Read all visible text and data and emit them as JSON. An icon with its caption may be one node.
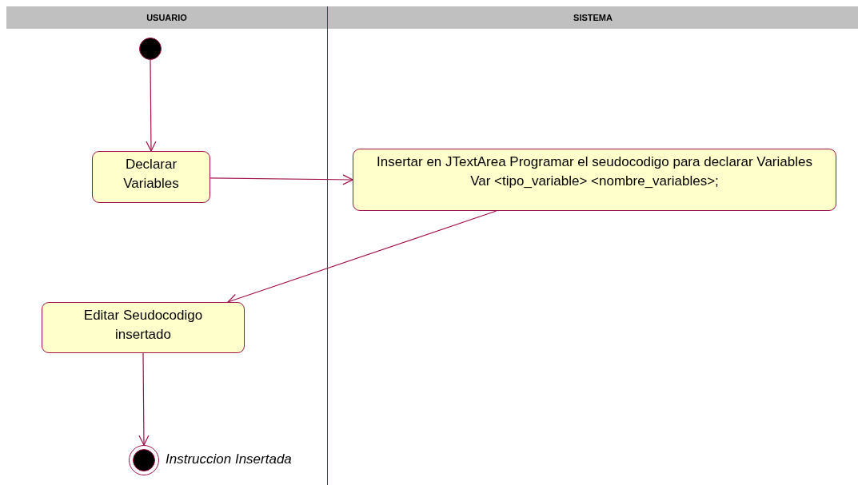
{
  "diagram": {
    "nodes": [
      {
        "text": [
          "USUARIO"
        ]
      },
      {
        "text": [
          "SISTEMA"
        ]
      },
      {
        "text": [],
        "shape": "circle",
        "in": 0
      },
      {
        "text": [
          "Declarar Variables"
        ],
        "in": 0
      },
      {
        "text": [
          "Insertar en JTextArea Programar el seudocodigo para declarar Variables Var <tipo_variable> <nombre_variables>;"
        ],
        "in": 1
      },
      {
        "text": [
          "Editar Seudocodigo insertado"
        ],
        "in": 0
      },
      {
        "text": [],
        "shape": "bullseye",
        "in": 0,
        "beside": [
          "Instruccion Insertada"
        ]
      }
    ],
    "edges": [
      {
        "from": 2,
        "to": 3,
        "arrow": "to"
      },
      {
        "from": 3,
        "to": 4,
        "arrow": "to"
      },
      {
        "from": 4,
        "to": 5,
        "arrow": "to"
      },
      {
        "from": 5,
        "to": 6,
        "arrow": "to"
      }
    ]
  }
}
